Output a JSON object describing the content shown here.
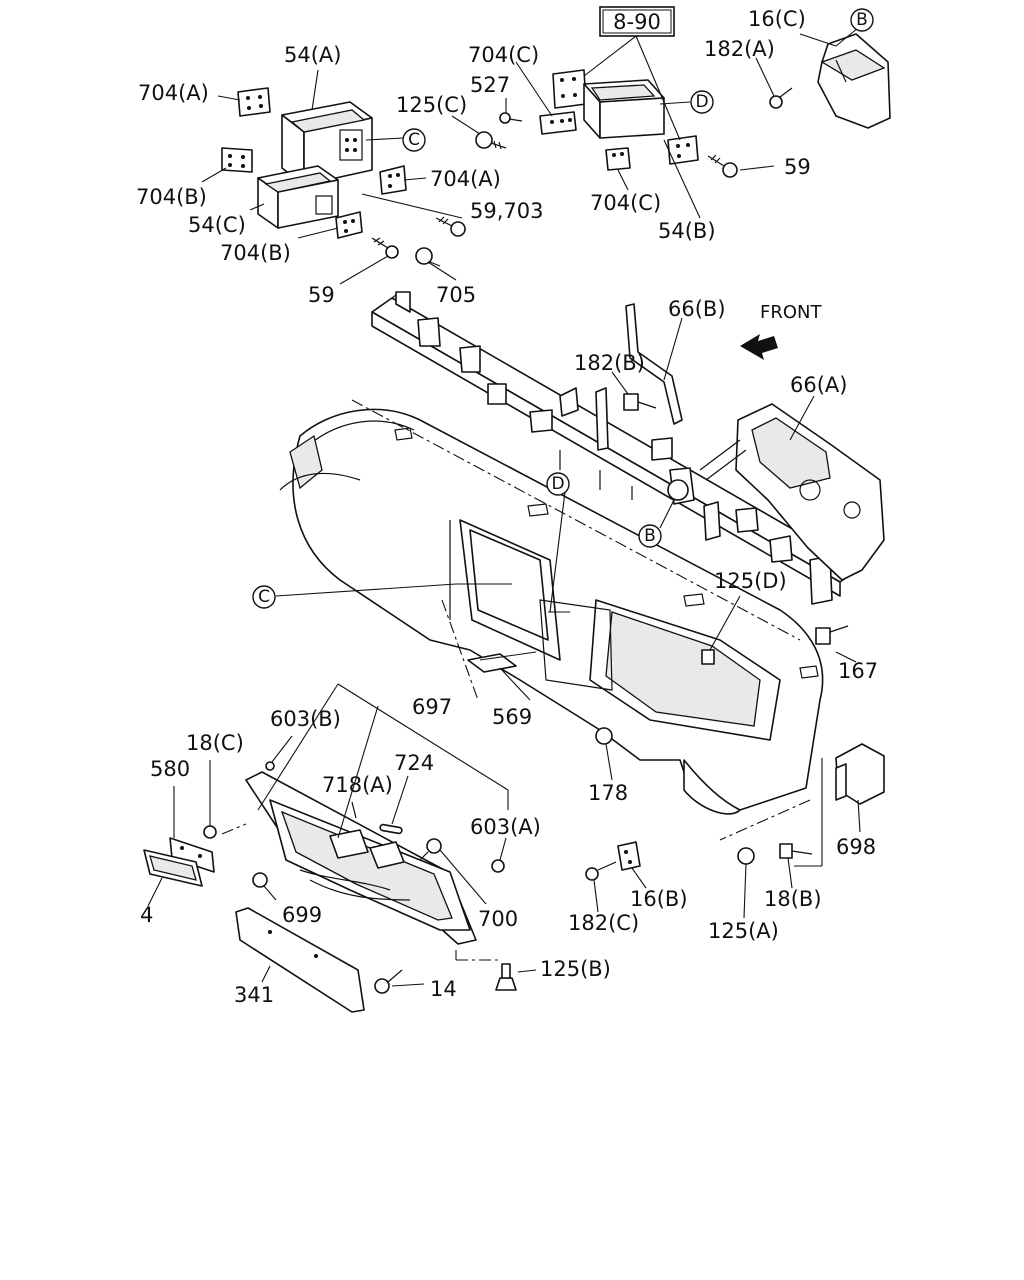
{
  "ref_box": "8-90",
  "front_label": "FRONT",
  "callouts": {
    "b": "B",
    "c": "C",
    "d": "D"
  },
  "labels": {
    "p54a": "54(A)",
    "p704a_top": "704(A)",
    "p704b_top": "704(B)",
    "p54c": "54(C)",
    "p704a_mid": "704(A)",
    "p704b_mid": "704(B)",
    "p59_703": "59,703",
    "p59_left": "59",
    "p705": "705",
    "p125c": "125(C)",
    "p704c_top": "704(C)",
    "p527": "527",
    "p704c_bot": "704(C)",
    "p54b": "54(B)",
    "p59_right": "59",
    "p16c": "16(C)",
    "p182a": "182(A)",
    "p66b": "66(B)",
    "p182b": "182(B)",
    "p66a": "66(A)",
    "p125d": "125(D)",
    "p167": "167",
    "p569": "569",
    "p178": "178",
    "p603b": "603(B)",
    "p697": "697",
    "p724": "724",
    "p718a": "718(A)",
    "p18c": "18(C)",
    "p580": "580",
    "p603a": "603(A)",
    "p4": "4",
    "p699": "699",
    "p700": "700",
    "p341": "341",
    "p14": "14",
    "p125b": "125(B)",
    "p182c": "182(C)",
    "p16b": "16(B)",
    "p125a": "125(A)",
    "p18b": "18(B)",
    "p698": "698"
  }
}
